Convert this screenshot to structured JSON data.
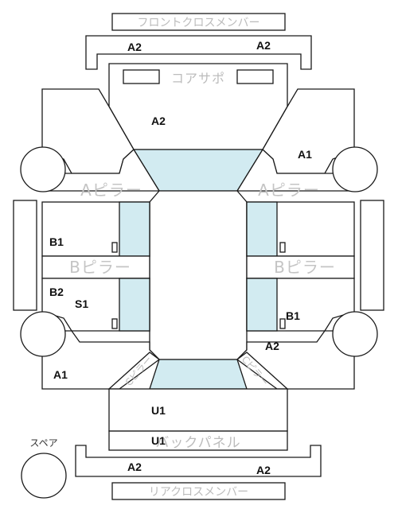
{
  "labels": {
    "front_cross_member": "フロントクロスメンバー",
    "core_support": "コアサポ",
    "a_pillar_left": "Aピラー",
    "a_pillar_right": "Aピラー",
    "b_pillar_left": "Bピラー",
    "b_pillar_right": "Bピラー",
    "back_panel": "バックパネル",
    "rear_cross_member": "リアクロスメンバー",
    "spare": "スペア",
    "c_pillar_left": "Cピラー",
    "c_pillar_right": "Cピラー"
  },
  "codes": {
    "front_member_left": "A2",
    "front_member_right": "A2",
    "hood_area": "A2",
    "front_right_fender": "A1",
    "left_front_door": "B1",
    "left_rear_door": "B2",
    "left_rocker": "S1",
    "right_rear_door": "B1",
    "right_rear_quarter": "A2",
    "left_rear_quarter": "A1",
    "trunk": "U1",
    "back_panel": "U1",
    "rear_member_left": "A2",
    "rear_member_right": "A2"
  },
  "colors": {
    "line": "#1a1a1a",
    "glass": "#d2ebf1",
    "label_gray": "#bcbcbc"
  }
}
